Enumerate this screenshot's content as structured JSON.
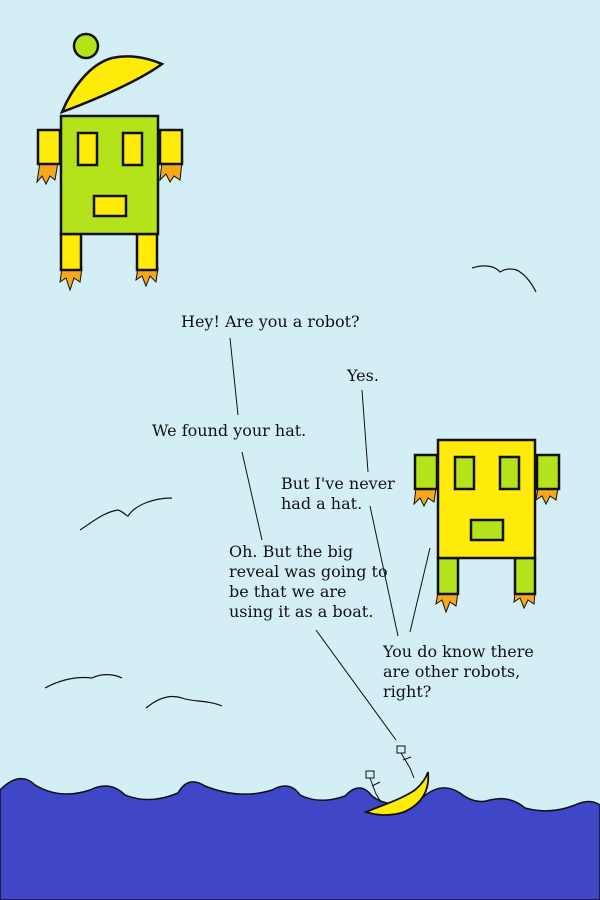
{
  "colors": {
    "sky": "#d4eef5",
    "sea": "#3f46c8",
    "robot_green": "#b4e31c",
    "robot_yellow": "#ffeb0a",
    "hat_yellow": "#ffeb0a",
    "flame": "#f6a81c",
    "outline": "#111111"
  },
  "dialogue": {
    "robot_question": "Hey! Are you a robot?",
    "yes": "Yes.",
    "found_hat": "We found your hat.",
    "never_hat": [
      "But I've never",
      "had a hat."
    ],
    "big_reveal": [
      "Oh. But the big",
      "reveal was going to",
      "be that we are",
      "using it as a boat."
    ],
    "other_robots": [
      "You do know there",
      "are other robots,",
      "right?"
    ]
  }
}
